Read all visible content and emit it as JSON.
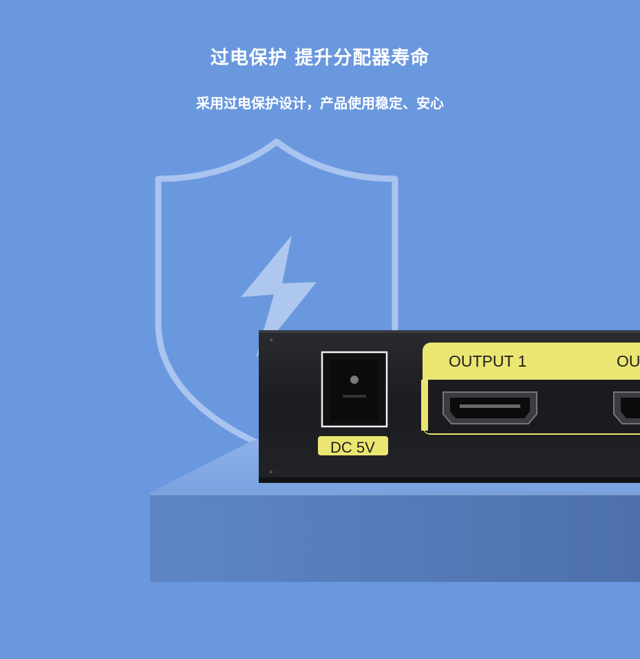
{
  "headline": "过电保护 提升分配器寿命",
  "subline": "采用过电保护设计，产品使用稳定、安心",
  "device": {
    "power_label": "DC 5V",
    "output_1_label": "OUTPUT 1",
    "output_2_label": "OU"
  },
  "colors": {
    "background": "#6a98df",
    "accent_yellow": "#ebe672",
    "device_body": "#1d1e21",
    "pedestal": "#4f76b4"
  },
  "icons": [
    "shield-icon",
    "lightning-bolt-icon",
    "hdmi-port-icon",
    "dc-power-jack-icon"
  ]
}
